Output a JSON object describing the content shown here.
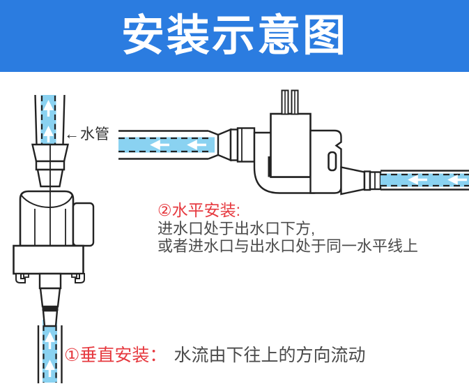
{
  "header": {
    "title": "安装示意图"
  },
  "diagram": {
    "pipe_label": {
      "arrow": "←",
      "text": "水管"
    },
    "horizontal_install": {
      "number": "②",
      "title": "水平安装:",
      "line1": "进水口处于出水口下方,",
      "line2": "或者进水口与出水口处于同一水平线上"
    },
    "vertical_install": {
      "number": "①",
      "title": "垂直安装：",
      "description": "水流由下往上的方向流动"
    }
  },
  "colors": {
    "header_blue": "#2b7ce0",
    "water_blue": "#8ad2f1",
    "accent_red": "#e6393f",
    "line_dark": "#222222",
    "text_dark": "#4a4a4a"
  }
}
